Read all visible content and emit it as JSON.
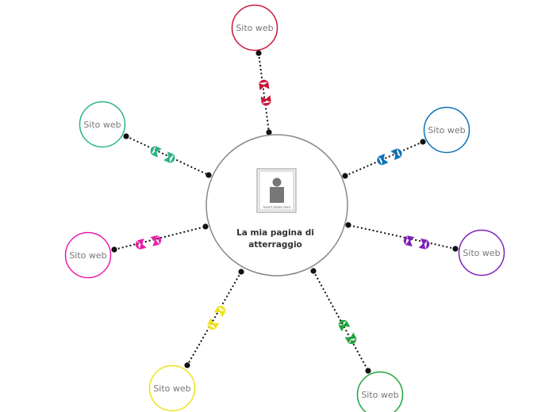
{
  "center": {
    "title_line1": "La mia pagina di",
    "title_line2": "atterraggio",
    "placeholder_caption": "Insert photo here"
  },
  "nodes": [
    {
      "id": "top",
      "label": "Sito web",
      "color": "#c8173a"
    },
    {
      "id": "upper-left",
      "label": "Sito web",
      "color": "#2bb38a"
    },
    {
      "id": "upper-right",
      "label": "Sito web",
      "color": "#0b72b5"
    },
    {
      "id": "left",
      "label": "Sito web",
      "color": "#e91ea8"
    },
    {
      "id": "right",
      "label": "Sito web",
      "color": "#7d1fb8"
    },
    {
      "id": "bottom-left",
      "label": "Sito web",
      "color": "#eee31a"
    },
    {
      "id": "bottom-right",
      "label": "Sito web",
      "color": "#1fa53a"
    }
  ]
}
